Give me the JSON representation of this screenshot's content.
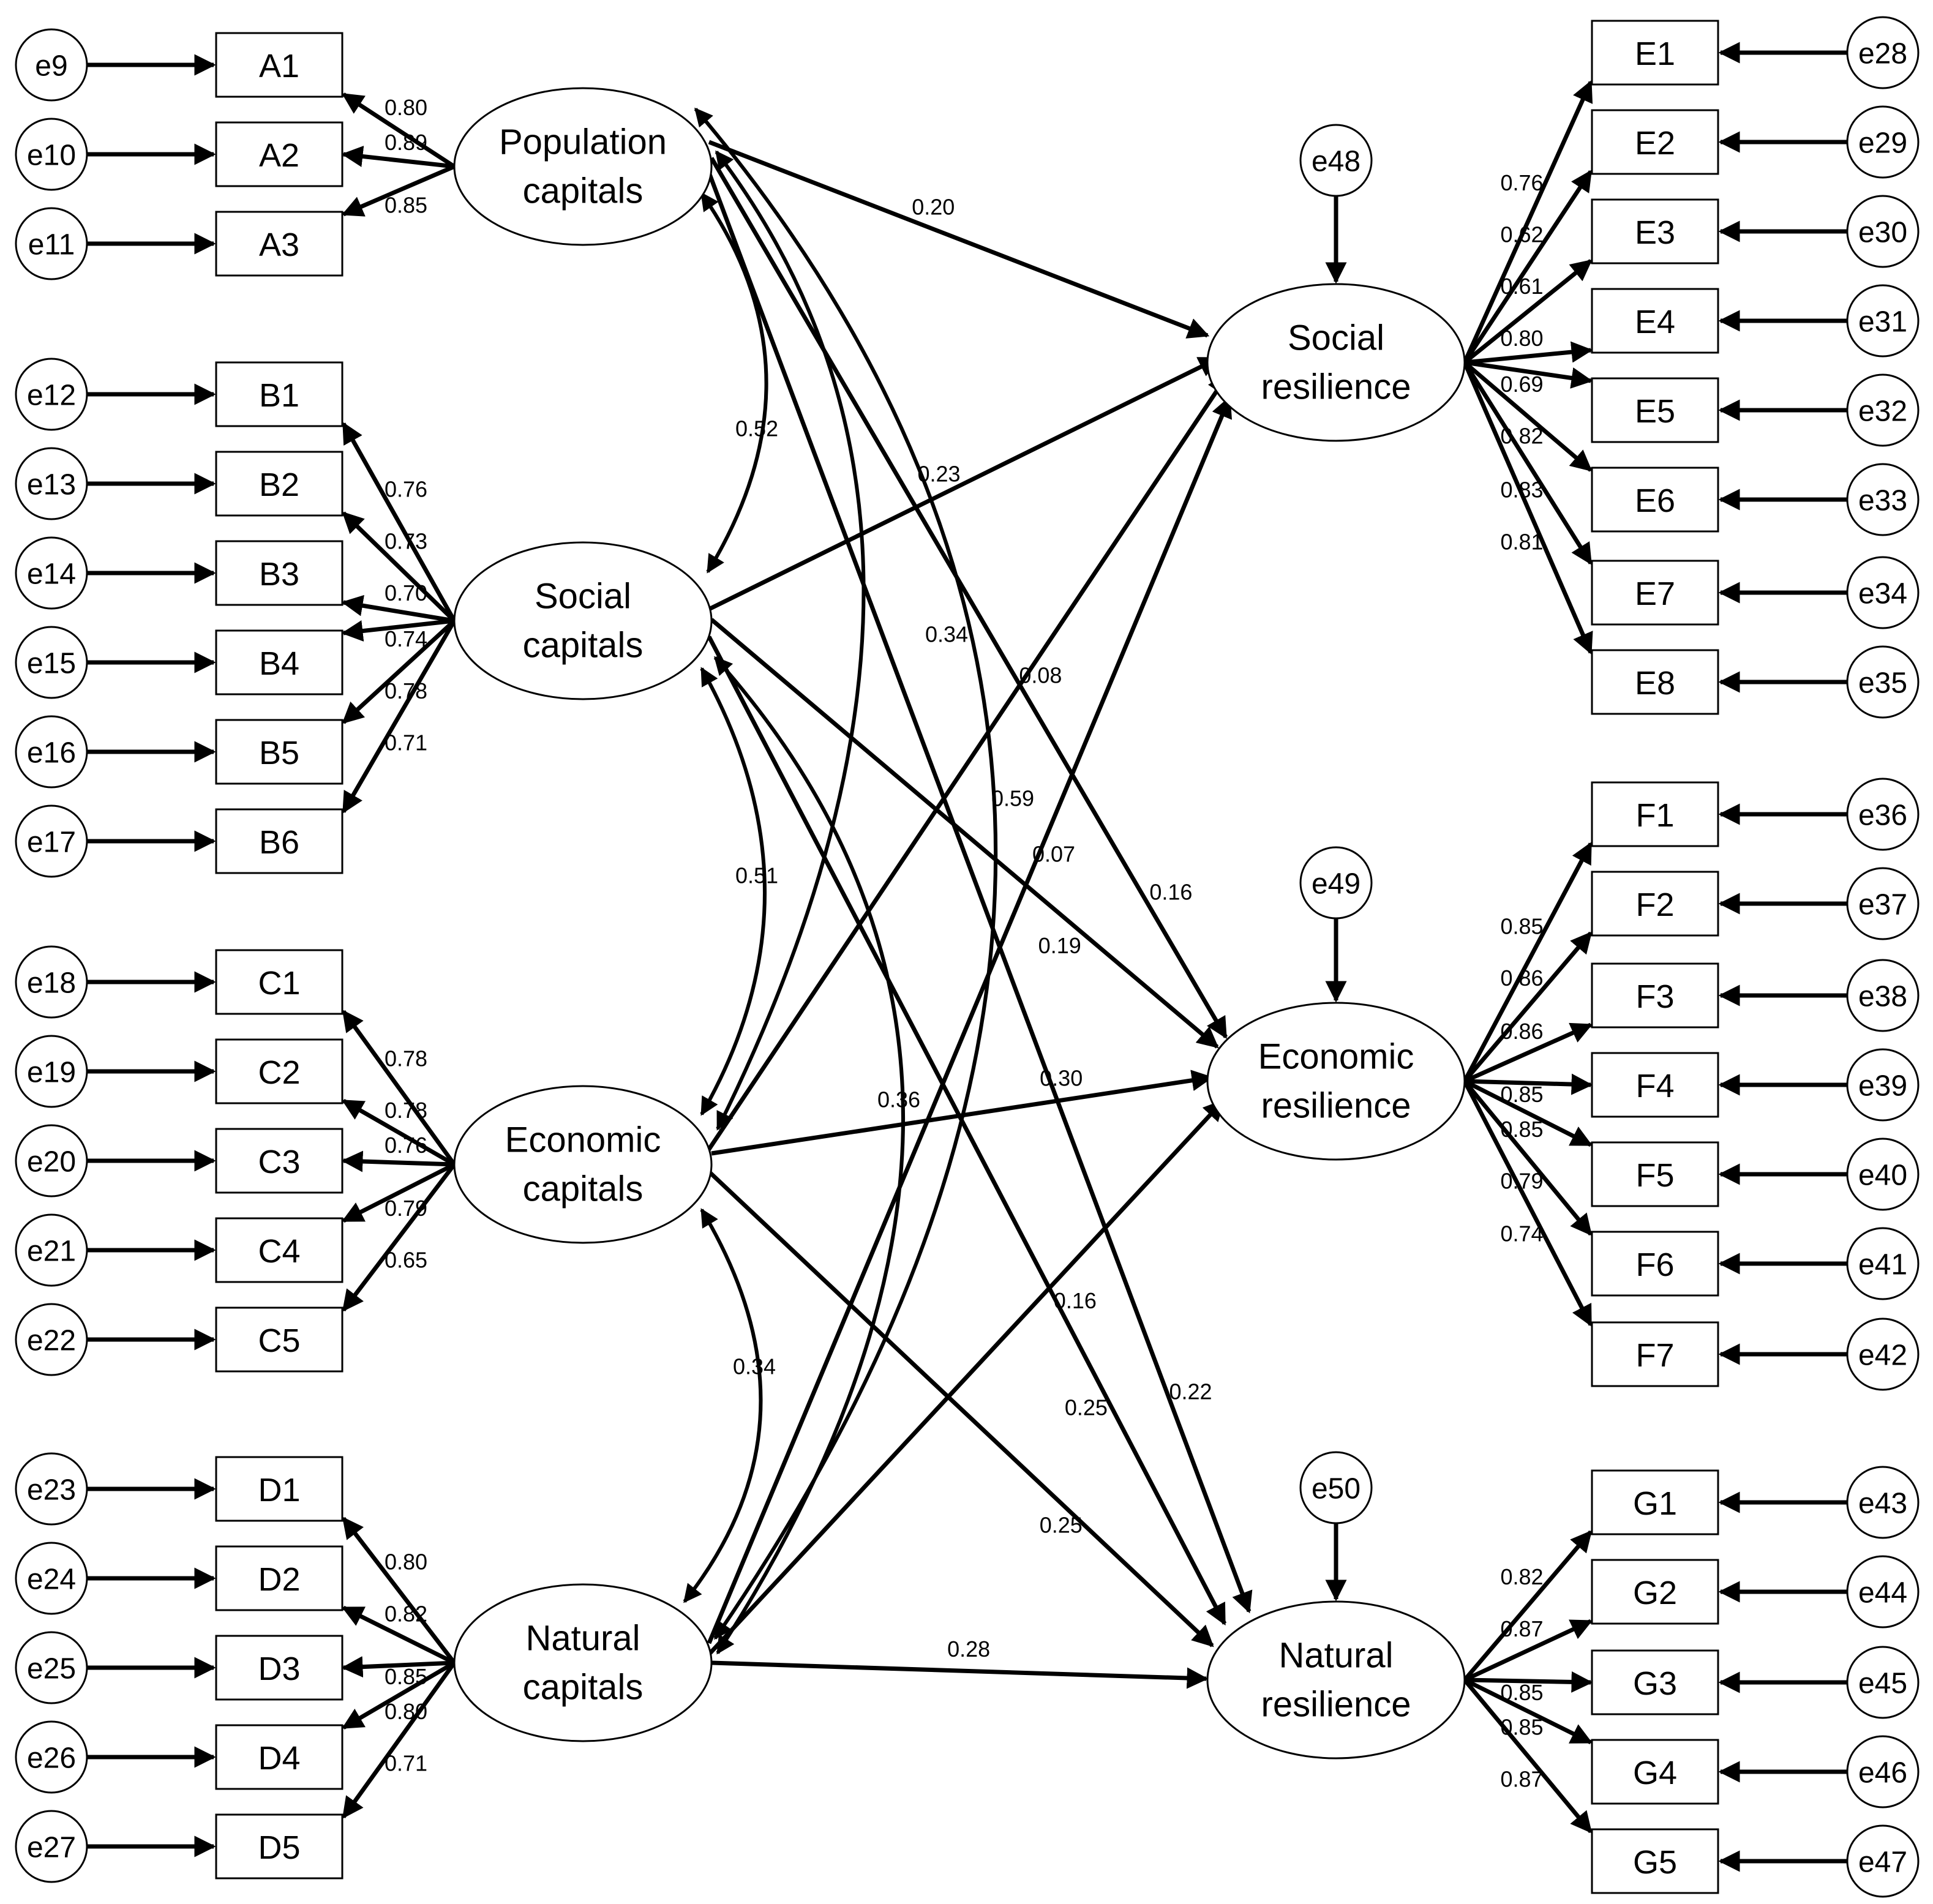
{
  "latents_exogenous": [
    {
      "id": "pop",
      "lines": [
        "Population",
        "capitals"
      ]
    },
    {
      "id": "soc",
      "lines": [
        "Social",
        "capitals"
      ]
    },
    {
      "id": "eco",
      "lines": [
        "Economic",
        "capitals"
      ]
    },
    {
      "id": "nat",
      "lines": [
        "Natural",
        "capitals"
      ]
    }
  ],
  "latents_endogenous": [
    {
      "id": "socres",
      "lines": [
        "Social",
        "resilience"
      ],
      "error": "e48"
    },
    {
      "id": "ecores",
      "lines": [
        "Economic",
        "resilience"
      ],
      "error": "e49"
    },
    {
      "id": "natres",
      "lines": [
        "Natural",
        "resilience"
      ],
      "error": "e50"
    }
  ],
  "indicators": {
    "pop": {
      "labels": [
        "A1",
        "A2",
        "A3"
      ],
      "errors": [
        "e9",
        "e10",
        "e11"
      ],
      "loadings": [
        "0.80",
        "0.89",
        "0.85"
      ]
    },
    "soc": {
      "labels": [
        "B1",
        "B2",
        "B3",
        "B4",
        "B5",
        "B6"
      ],
      "errors": [
        "e12",
        "e13",
        "e14",
        "e15",
        "e16",
        "e17"
      ],
      "loadings": [
        "0.76",
        "0.73",
        "0.70",
        "0.74",
        "0.78",
        "0.71"
      ]
    },
    "eco": {
      "labels": [
        "C1",
        "C2",
        "C3",
        "C4",
        "C5"
      ],
      "errors": [
        "e18",
        "e19",
        "e20",
        "e21",
        "e22"
      ],
      "loadings": [
        "0.78",
        "0.78",
        "0.76",
        "0.79",
        "0.65"
      ]
    },
    "nat": {
      "labels": [
        "D1",
        "D2",
        "D3",
        "D4",
        "D5"
      ],
      "errors": [
        "e23",
        "e24",
        "e25",
        "e26",
        "e27"
      ],
      "loadings": [
        "0.80",
        "0.82",
        "0.85",
        "0.80",
        "0.71"
      ]
    },
    "socres": {
      "labels": [
        "E1",
        "E2",
        "E3",
        "E4",
        "E5",
        "E6",
        "E7",
        "E8"
      ],
      "errors": [
        "e28",
        "e29",
        "e30",
        "e31",
        "e32",
        "e33",
        "e34",
        "e35"
      ],
      "loadings": [
        "0.76",
        "0.62",
        "0.61",
        "0.80",
        "0.69",
        "0.82",
        "0.83",
        "0.81"
      ]
    },
    "ecores": {
      "labels": [
        "F1",
        "F2",
        "F3",
        "F4",
        "F5",
        "F6",
        "F7"
      ],
      "errors": [
        "e36",
        "e37",
        "e38",
        "e39",
        "e40",
        "e41",
        "e42"
      ],
      "loadings": [
        "0.85",
        "0.86",
        "0.86",
        "0.85",
        "0.85",
        "0.79",
        "0.74"
      ]
    },
    "natres": {
      "labels": [
        "G1",
        "G2",
        "G3",
        "G4",
        "G5"
      ],
      "errors": [
        "e43",
        "e44",
        "e45",
        "e46",
        "e47"
      ],
      "loadings": [
        "0.82",
        "0.87",
        "0.85",
        "0.85",
        "0.87"
      ]
    }
  },
  "paths": [
    {
      "from": "pop",
      "to": "socres",
      "value": "0.20"
    },
    {
      "from": "pop",
      "to": "ecores",
      "value": "0.16"
    },
    {
      "from": "pop",
      "to": "natres",
      "value": "0.22"
    },
    {
      "from": "soc",
      "to": "socres",
      "value": "0.23"
    },
    {
      "from": "soc",
      "to": "ecores",
      "value": "0.19"
    },
    {
      "from": "soc",
      "to": "natres",
      "value": "0.25"
    },
    {
      "from": "eco",
      "to": "socres",
      "value": "0.08"
    },
    {
      "from": "eco",
      "to": "ecores",
      "value": "0.30"
    },
    {
      "from": "eco",
      "to": "natres",
      "value": "0.25"
    },
    {
      "from": "nat",
      "to": "socres",
      "value": "0.07"
    },
    {
      "from": "nat",
      "to": "ecores",
      "value": "0.16"
    },
    {
      "from": "nat",
      "to": "natres",
      "value": "0.28"
    }
  ],
  "correlations": [
    {
      "a": "pop",
      "b": "soc",
      "value": "0.52"
    },
    {
      "a": "pop",
      "b": "eco",
      "value": "0.34"
    },
    {
      "a": "pop",
      "b": "nat",
      "value": "0.59"
    },
    {
      "a": "soc",
      "b": "eco",
      "value": "0.51"
    },
    {
      "a": "soc",
      "b": "nat",
      "value": "0.36"
    },
    {
      "a": "eco",
      "b": "nat",
      "value": "0.34"
    }
  ]
}
